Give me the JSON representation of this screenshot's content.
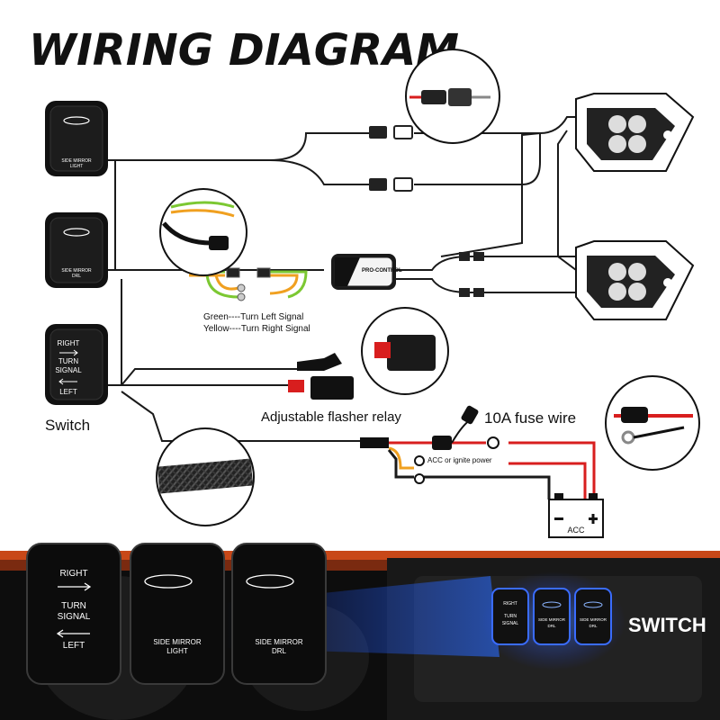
{
  "title": "WIRING DIAGRAM",
  "switch_caption": "Switch",
  "switches": [
    {
      "line1": "SIDE MIRROR",
      "line2": "LIGHT"
    },
    {
      "line1": "SIDE MIRROR",
      "line2": "DRL"
    },
    {
      "line1": "RIGHT",
      "line2": "TURN",
      "line3": "SIGNAL",
      "line4": "LEFT"
    }
  ],
  "module_label": "PRO-CONTROL",
  "signal_legend": {
    "green": "Green----Turn Left Signal",
    "yellow": "Yellow----Turn Right Signal"
  },
  "flasher_label": "Adjustable flasher relay",
  "fuse_label": "10A fuse wire",
  "acc_label": "ACC or ignite power",
  "battery_label": "ACC",
  "photo": {
    "switches": [
      {
        "line1": "RIGHT",
        "line2": "TURN",
        "line3": "SIGNAL",
        "line4": "LEFT"
      },
      {
        "line1": "SIDE MIRROR",
        "line2": "LIGHT"
      },
      {
        "line1": "SIDE MIRROR",
        "line2": "DRL"
      }
    ],
    "dash_switches": [
      {
        "line1": "RIGHT",
        "line2": "TURN",
        "line3": "SIGNAL"
      },
      {
        "line1": "SIDE MIRROR",
        "line2": "DRL"
      },
      {
        "line1": "SIDE MIRROR",
        "line2": "DRL"
      }
    ],
    "switch_label": "SWITCH"
  },
  "colors": {
    "wire": "#1a1a1a",
    "red_wire": "#d81e1e",
    "green_wire": "#7cc832",
    "yellow_wire": "#f0a020",
    "blue_glow": "#2a6cff"
  }
}
